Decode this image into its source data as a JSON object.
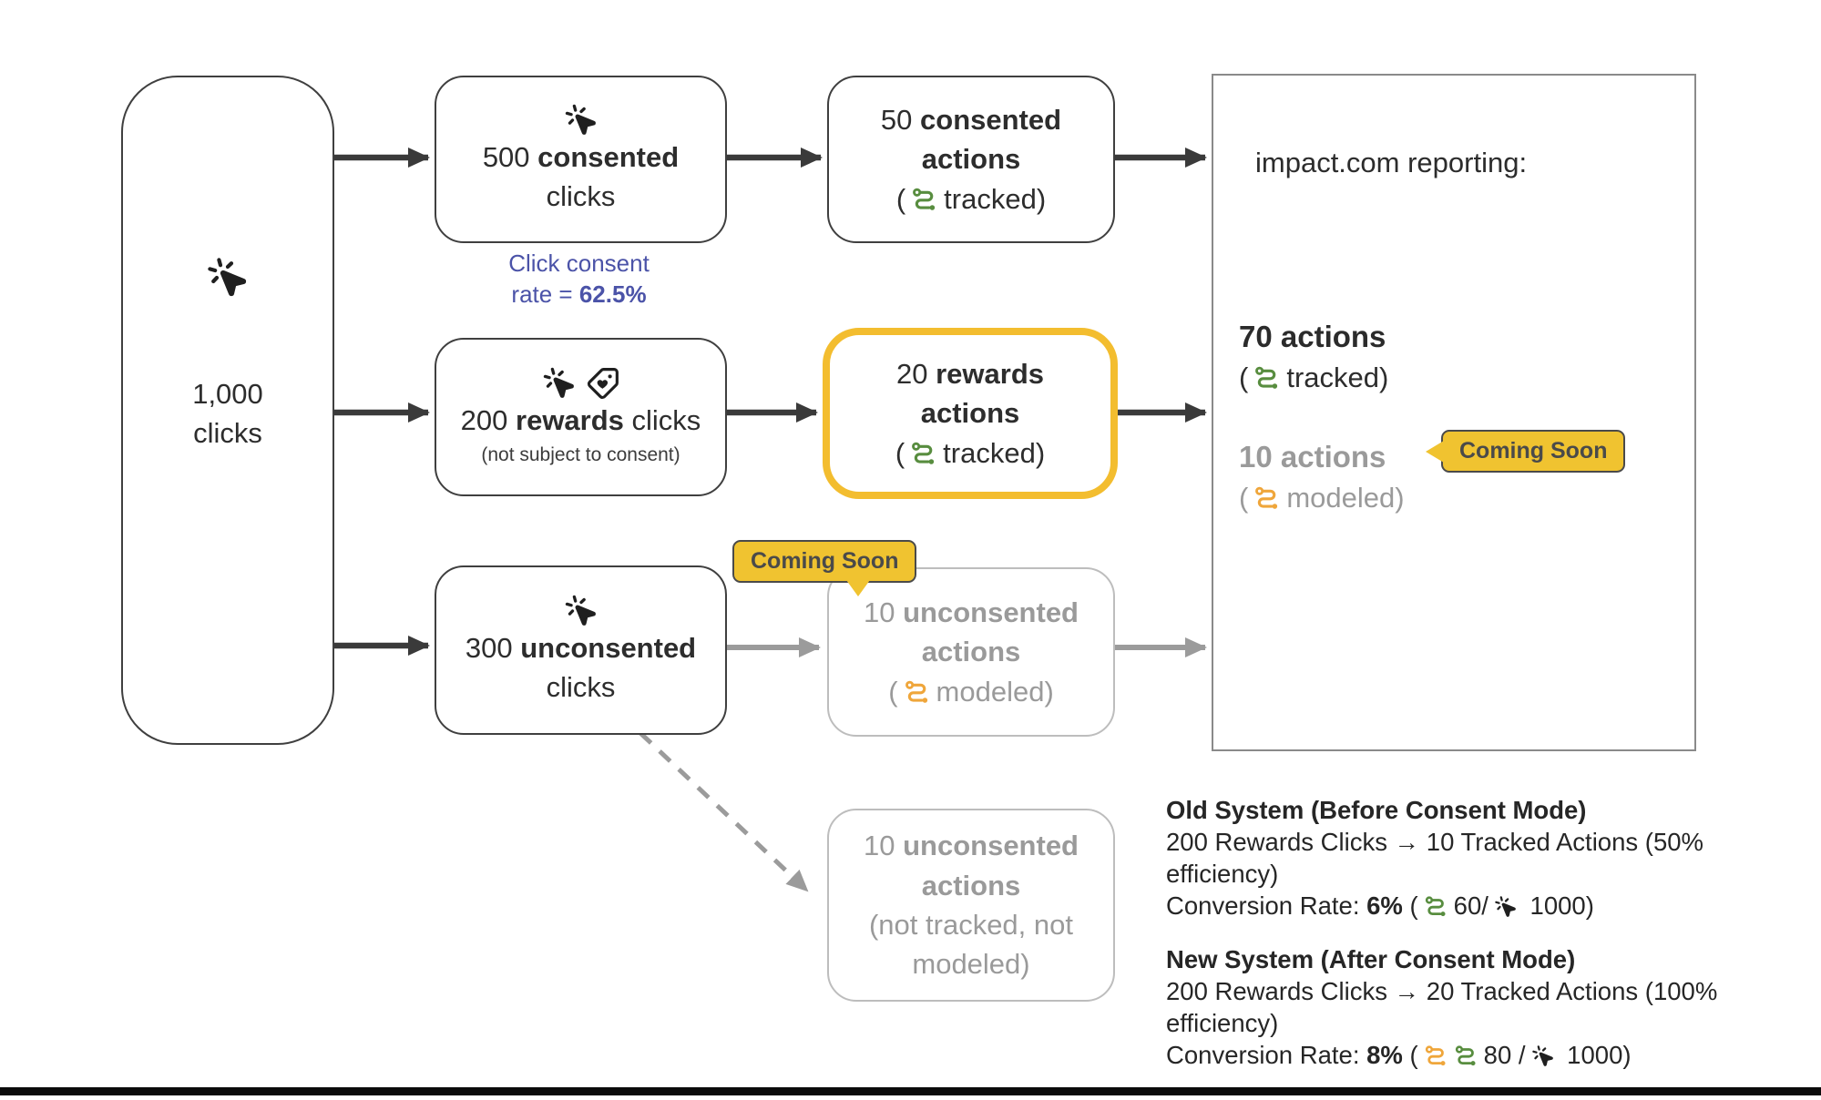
{
  "colors": {
    "accent_yellow": "#F3BD2F",
    "badge_fill": "#F0C330",
    "consent_blue": "#4B53A8",
    "tracked_green": "#588D3F",
    "modeled_orange": "#EFA63B",
    "muted_gray": "#9A9A9A",
    "dark_text": "#2D2D2D"
  },
  "nodes": {
    "total": {
      "l1": "1,000",
      "l2": "clicks"
    },
    "consented_clicks": {
      "p": "500 ",
      "b": "consented",
      "l2": "clicks"
    },
    "rewards_clicks": {
      "p": "200 ",
      "b": "rewards",
      "s": " clicks",
      "note": "(not subject to consent)"
    },
    "unconsented_clicks": {
      "p": "300 ",
      "b": "unconsented",
      "l2": "clicks"
    },
    "consented_actions": {
      "p": "50 ",
      "b": "consented",
      "l2": "actions",
      "paren": "(",
      "label": "tracked)"
    },
    "rewards_actions": {
      "p": "20 ",
      "b": "rewards",
      "l2": "actions",
      "paren": "(",
      "label": "tracked)"
    },
    "modeled_actions": {
      "p": "10 ",
      "b": "unconsented",
      "l2": "actions",
      "paren": "(",
      "label": "modeled)"
    },
    "not_tracked": {
      "p": "10 ",
      "b": "unconsented",
      "l2": "actions",
      "l3": "(not tracked, not",
      "l4": "modeled)"
    }
  },
  "consent_note": {
    "l1": "Click consent",
    "p": "rate = ",
    "b": "62.5%"
  },
  "badges": {
    "left": "Coming Soon",
    "right": "Coming Soon"
  },
  "panel": {
    "title": "impact.com reporting:",
    "tracked": {
      "count": "70 actions",
      "paren": "(",
      "label": "tracked)"
    },
    "modeled": {
      "count": "10 actions",
      "paren": "(",
      "label": "modeled)"
    }
  },
  "summary": {
    "old": {
      "title": "Old System (Before Consent Mode)",
      "flow_a": "200 Rewards Clicks ",
      "arrow": "→",
      "flow_b": " 10 Tracked Actions (50% efficiency)",
      "rate_label": "Conversion Rate: ",
      "rate": "6%",
      "open": " (",
      "mid": "60/",
      "close": " 1000)"
    },
    "new": {
      "title": "New System (After Consent Mode)",
      "flow_a": "200 Rewards Clicks ",
      "arrow": "→",
      "flow_b": " 20 Tracked Actions (100% efficiency)",
      "rate_label": "Conversion Rate: ",
      "rate": "8%",
      "open": " (",
      "mid": "80 /",
      "close": " 1000)"
    }
  }
}
